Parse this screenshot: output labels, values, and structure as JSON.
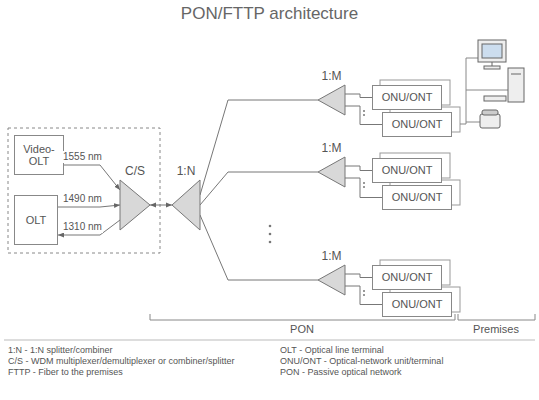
{
  "diagram": {
    "title": "PON/FTTP architecture",
    "nodes": [
      {
        "text": [
          "Video-OLT"
        ]
      },
      {
        "text": [
          "OLT"
        ]
      },
      {
        "text": [
          "C/S"
        ]
      },
      {
        "text": [
          "1:N"
        ]
      },
      {
        "text": [
          "1:M"
        ]
      },
      {
        "text": [
          "ONU/ONT"
        ]
      },
      {
        "text": [
          "ONU/ONT"
        ]
      },
      {
        "text": [
          "1:M"
        ]
      },
      {
        "text": [
          "ONU/ONT"
        ]
      },
      {
        "text": [
          "ONU/ONT"
        ]
      },
      {
        "text": [
          "1:M"
        ]
      },
      {
        "text": [
          "ONU/ONT"
        ]
      },
      {
        "text": [
          "ONU/ONT"
        ]
      }
    ],
    "edges": [
      {
        "from": 0,
        "to": 2,
        "arrow": "to",
        "label": "1555 nm"
      },
      {
        "from": 1,
        "to": 2,
        "arrow": "to",
        "label": "1490 nm"
      },
      {
        "from": 2,
        "to": 1,
        "arrow": "to",
        "label": "1310 nm"
      },
      {
        "from": 2,
        "to": 3,
        "arrow": "both"
      },
      {
        "from": 3,
        "to": 4,
        "arrow": "none"
      },
      {
        "from": 3,
        "to": 7,
        "arrow": "none"
      },
      {
        "from": 3,
        "to": 10,
        "arrow": "none"
      },
      {
        "from": 4,
        "to": 5,
        "arrow": "none"
      },
      {
        "from": 4,
        "to": 6,
        "arrow": "none"
      },
      {
        "from": 7,
        "to": 8,
        "arrow": "none"
      },
      {
        "from": 7,
        "to": 9,
        "arrow": "none"
      },
      {
        "from": 10,
        "to": 11,
        "arrow": "none"
      },
      {
        "from": 10,
        "to": 12,
        "arrow": "none"
      }
    ],
    "labels": [
      "PON",
      "Premises"
    ],
    "legend": [
      {
        "text": "1:N - 1:N splitter/combiner"
      },
      {
        "text": "C/S - WDM multiplexer/demultiplexer or combiner/splitter"
      },
      {
        "text": "FTTP - Fiber to the premises"
      },
      {
        "text": "OLT - Optical line terminal"
      },
      {
        "text": "ONU/ONT - Optical-network unit/terminal"
      },
      {
        "text": "PON - Passive optical network"
      }
    ]
  }
}
